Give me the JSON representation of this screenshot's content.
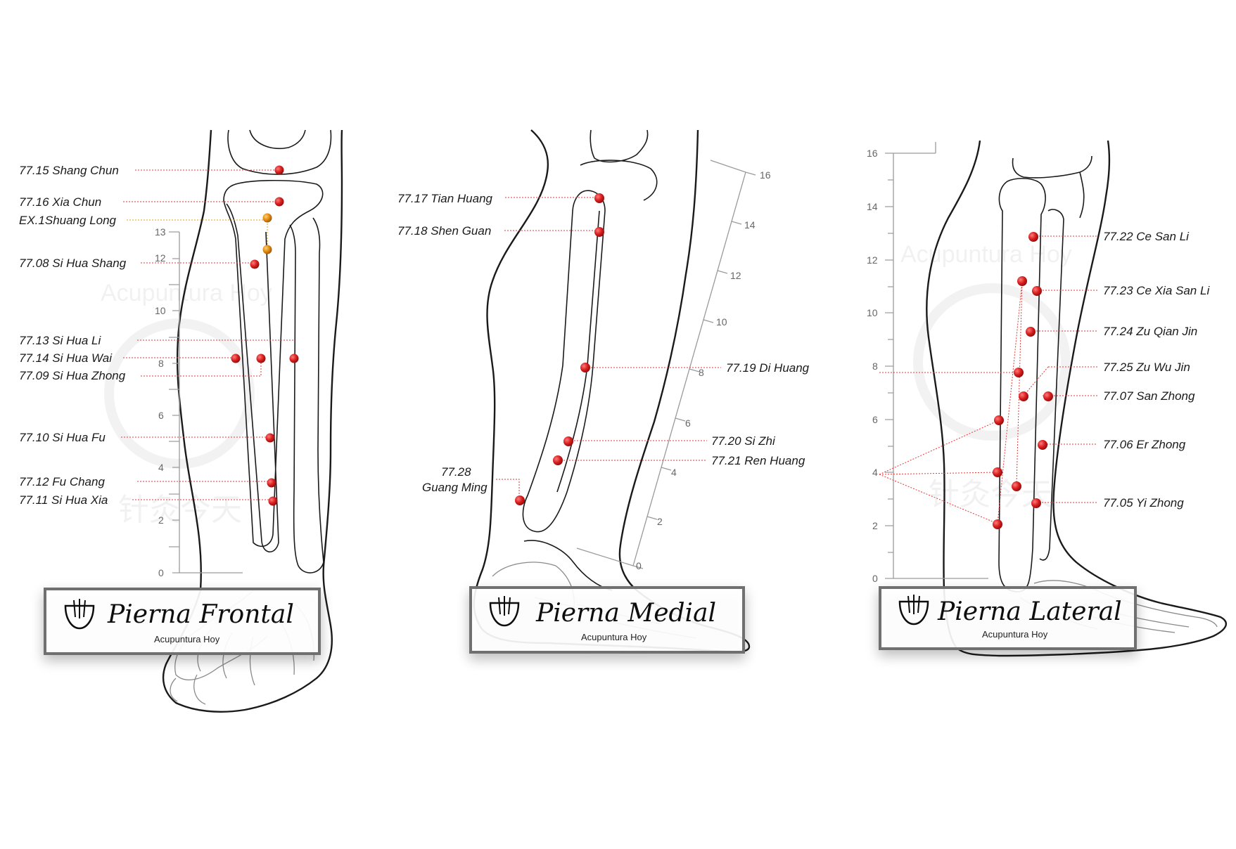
{
  "panels": {
    "frontal": {
      "title": "Pierna Frontal",
      "subtitle": "Acupuntura Hoy",
      "watermark": "Acupuntura Hoy",
      "watermark_cn": "针灸今天",
      "scale_ticks": [
        "13",
        "12",
        "10",
        "8",
        "6",
        "4",
        "2",
        "0"
      ],
      "points": [
        {
          "label": "77.15 Shang Chun",
          "color": "#d81e1e"
        },
        {
          "label": "77.16 Xia Chun",
          "color": "#d81e1e"
        },
        {
          "label": "EX.1Shuang Long",
          "color": "#e08a10"
        },
        {
          "label": "77.08 Si Hua Shang",
          "color": "#d81e1e"
        },
        {
          "label": "77.13 Si Hua Li",
          "color": "#d81e1e"
        },
        {
          "label": "77.14 Si Hua Wai",
          "color": "#d81e1e"
        },
        {
          "label": "77.09 Si Hua Zhong",
          "color": "#d81e1e"
        },
        {
          "label": "77.10 Si Hua Fu",
          "color": "#d81e1e"
        },
        {
          "label": "77.12 Fu Chang",
          "color": "#d81e1e"
        },
        {
          "label": "77.11 Si Hua Xia",
          "color": "#d81e1e"
        }
      ]
    },
    "medial": {
      "title": "Pierna Medial",
      "subtitle": "Acupuntura Hoy",
      "scale_ticks": [
        "16",
        "14",
        "12",
        "10",
        "8",
        "6",
        "4",
        "2",
        "0"
      ],
      "points": [
        {
          "label": "77.17 Tian Huang",
          "color": "#d81e1e"
        },
        {
          "label": "77.18 Shen Guan",
          "color": "#d81e1e"
        },
        {
          "label": "77.19 Di Huang",
          "color": "#d81e1e"
        },
        {
          "label": "77.20 Si Zhi",
          "color": "#d81e1e"
        },
        {
          "label": "77.21 Ren Huang",
          "color": "#d81e1e"
        },
        {
          "label_line1": "77.28",
          "label_line2": "Guang Ming",
          "color": "#d81e1e"
        }
      ]
    },
    "lateral": {
      "title": "Pierna Lateral",
      "subtitle": "Acupuntura Hoy",
      "watermark": "Acupuntura Hoy",
      "watermark_cn": "针灸今天",
      "scale_ticks": [
        "16",
        "14",
        "12",
        "10",
        "8",
        "6",
        "4",
        "2",
        "0"
      ],
      "points": [
        {
          "label": "77.22 Ce San Li",
          "color": "#d81e1e"
        },
        {
          "label": "77.23 Ce Xia San Li",
          "color": "#d81e1e"
        },
        {
          "label": "77.24 Zu Qian Jin",
          "color": "#d81e1e"
        },
        {
          "label": "77.25 Zu Wu Jin",
          "color": "#d81e1e"
        },
        {
          "label": "77.07 San Zhong",
          "color": "#d81e1e"
        },
        {
          "label": "77.06 Er Zhong",
          "color": "#d81e1e"
        },
        {
          "label": "77.05 Yi Zhong",
          "color": "#d81e1e"
        }
      ]
    }
  }
}
